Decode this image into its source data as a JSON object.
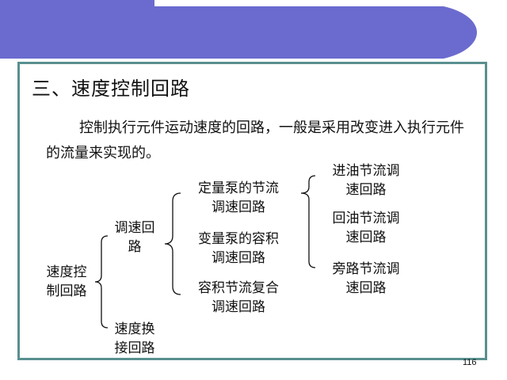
{
  "title": "三、速度控制回路",
  "intro": "控制执行元件运动速度的回路，一般是采用改变进入执行元件的流量来实现的。",
  "tree": {
    "root": [
      "速度控",
      "制回路"
    ],
    "level1": [
      [
        "调速回",
        "路"
      ],
      [
        "速度换",
        "接回路"
      ]
    ],
    "level2": [
      [
        "定量泵的节流",
        "调速回路"
      ],
      [
        "变量泵的容积",
        "调速回路"
      ],
      [
        "容积节流复合",
        "调速回路"
      ]
    ],
    "level3": [
      [
        "进油节流调",
        "速回路"
      ],
      [
        "回油节流调",
        "速回路"
      ],
      [
        "旁路节流调",
        "速回路"
      ]
    ]
  },
  "page_number": "116",
  "colors": {
    "banner": "#6b6bcf",
    "border": "#5a8f8f"
  }
}
